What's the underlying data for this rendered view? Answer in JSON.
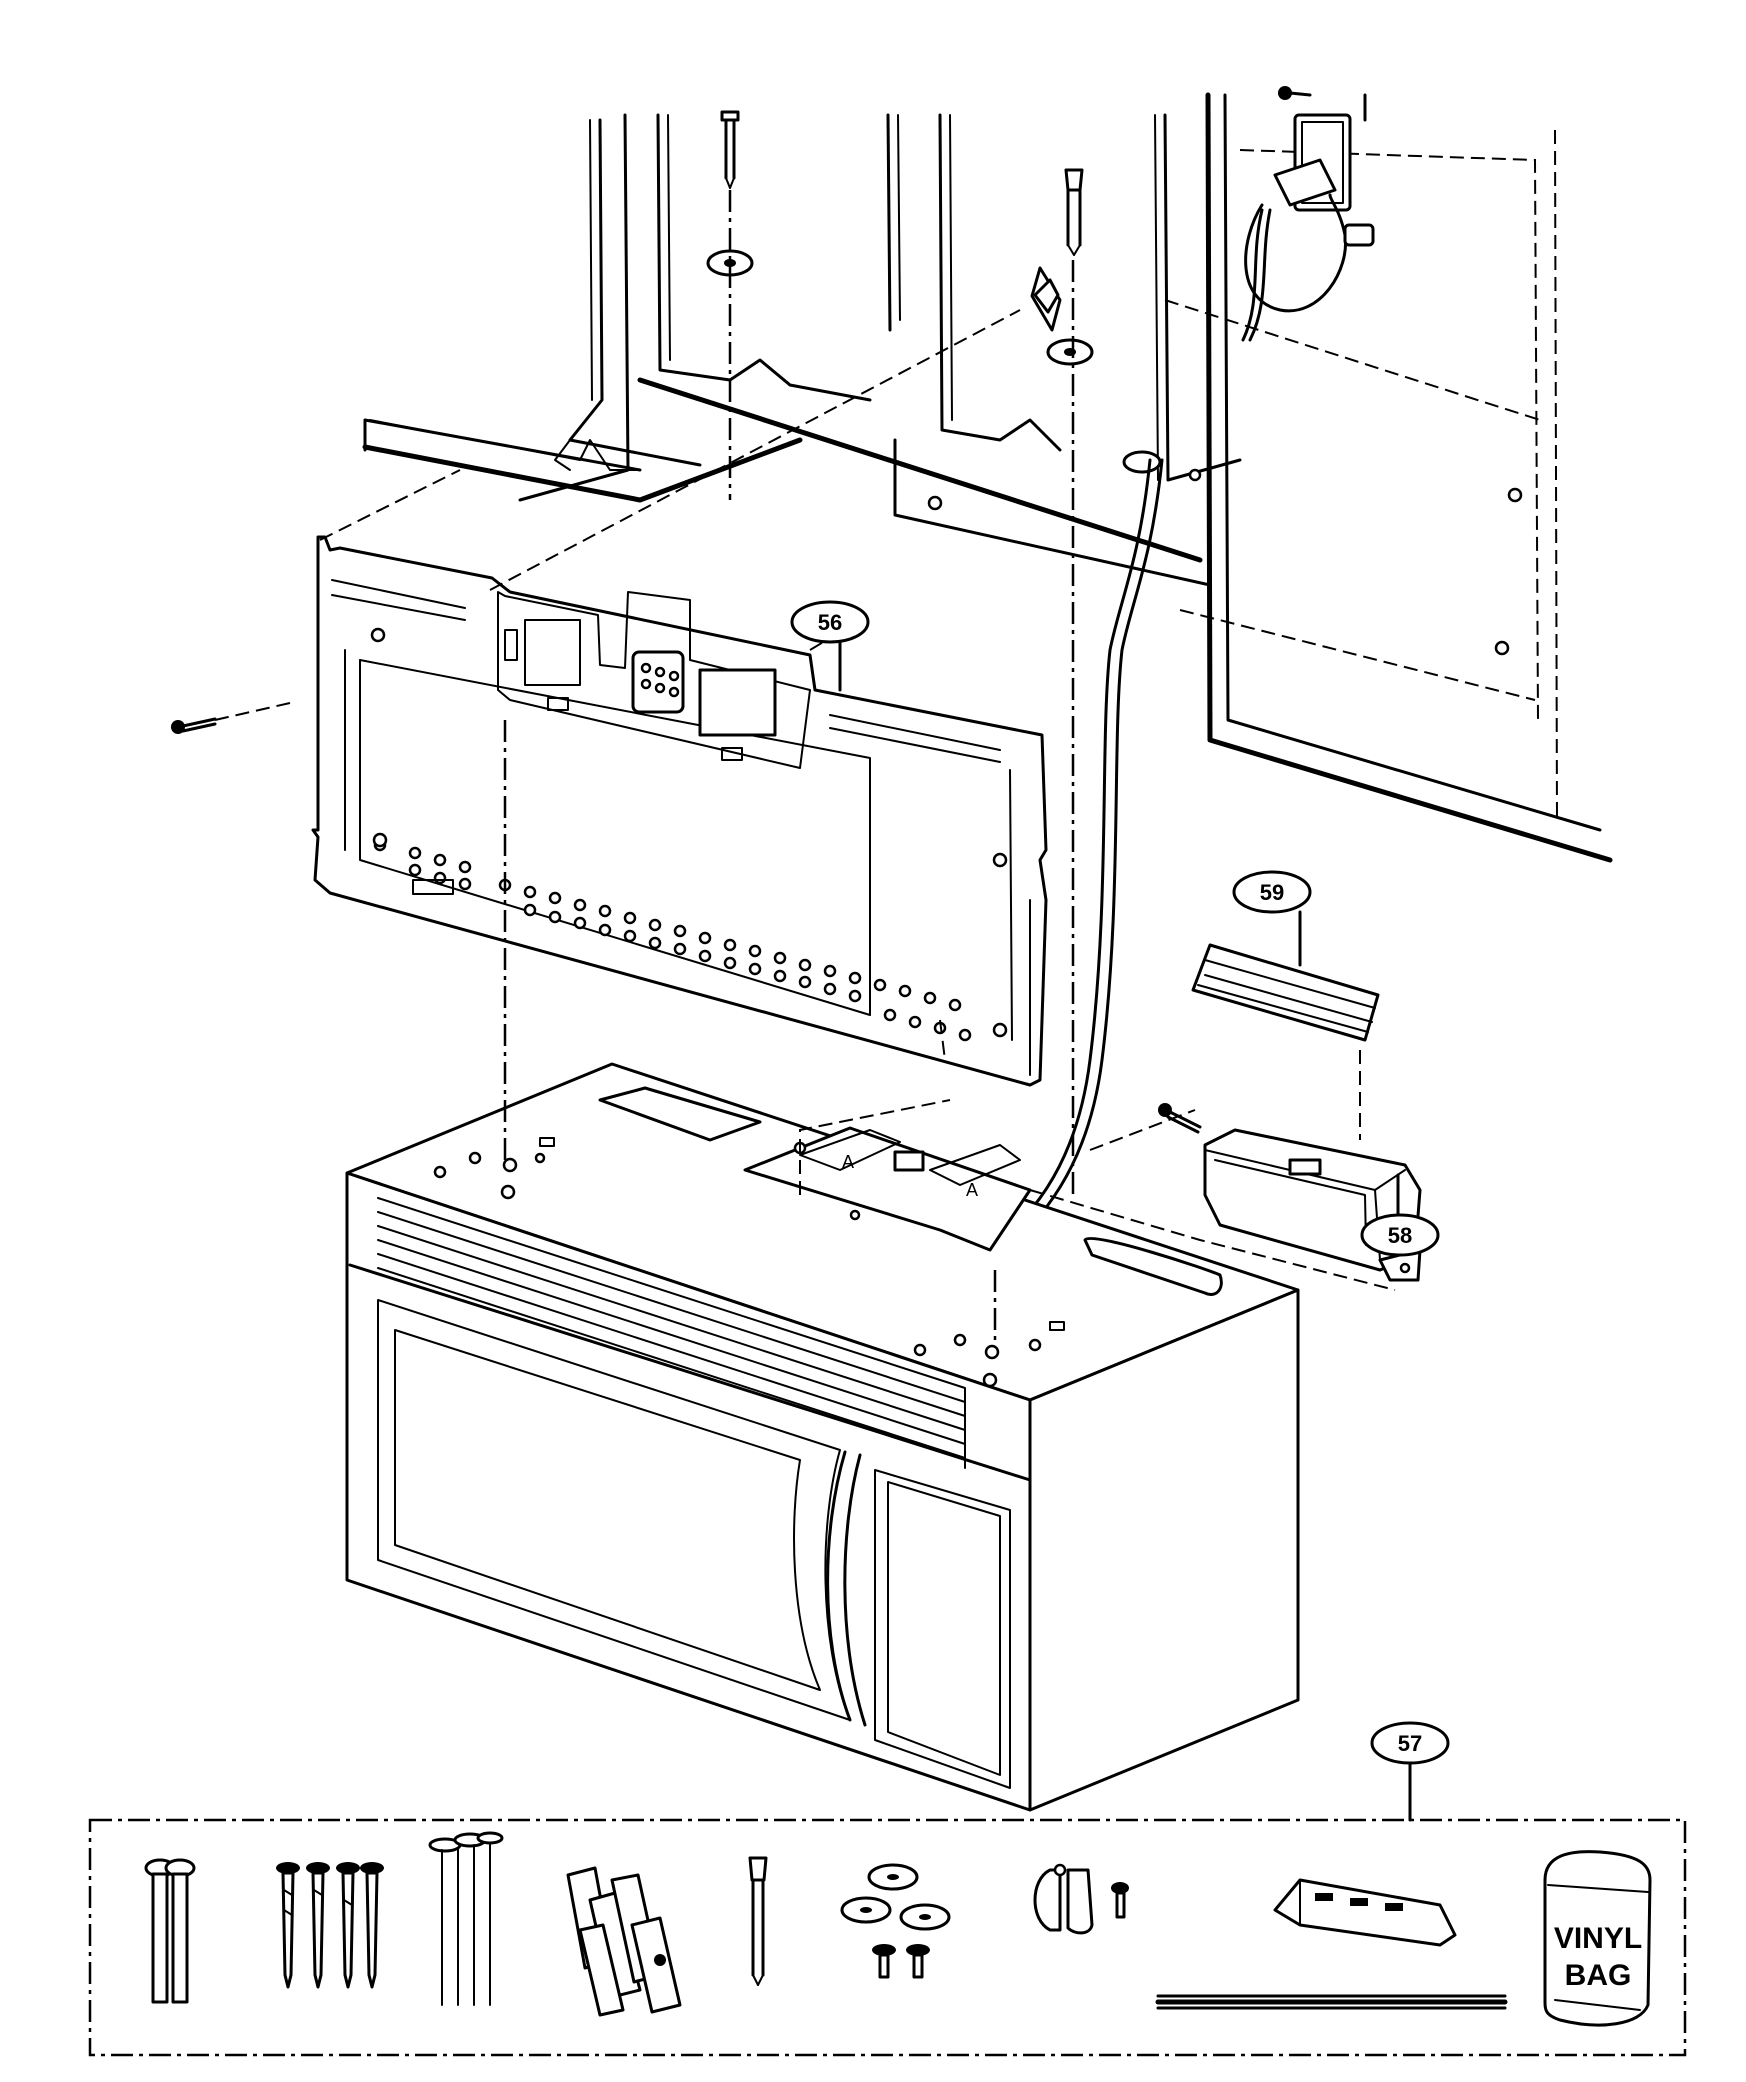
{
  "callouts": [
    {
      "id": "56",
      "label": "56"
    },
    {
      "id": "57",
      "label": "57"
    },
    {
      "id": "58",
      "label": "58"
    },
    {
      "id": "59",
      "label": "59"
    }
  ],
  "kit_labels": {
    "vinyl_bag_line1": "VINYL",
    "vinyl_bag_line2": "BAG"
  },
  "markings": {
    "terminal_a_left": "A",
    "terminal_a_right": "A"
  }
}
